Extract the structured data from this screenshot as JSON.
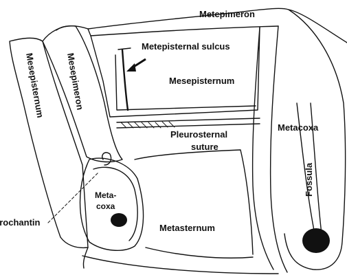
{
  "labels": {
    "metepimeron": "Metepimeron",
    "metepisternal_sulcus": "Metepisternal sulcus",
    "mesepisternum_right": "Mesepisternum",
    "mesepisternum_left": "Mesepisternum",
    "mesepimeron": "Mesepimeron",
    "pleurosternal_line1": "Pleurosternal",
    "pleurosternal_line2": "suture",
    "metacoxa_right": "Metacoxa",
    "fossula": "Fossula",
    "metacoxa_small_line1": "Meta-",
    "metacoxa_small_line2": "coxa",
    "trochantin": "Trochantin",
    "metasternum": "Metasternum"
  },
  "colors": {
    "ink": "#111111",
    "paper": "#ffffff"
  },
  "icons": {
    "pointer": "arrow-icon"
  }
}
